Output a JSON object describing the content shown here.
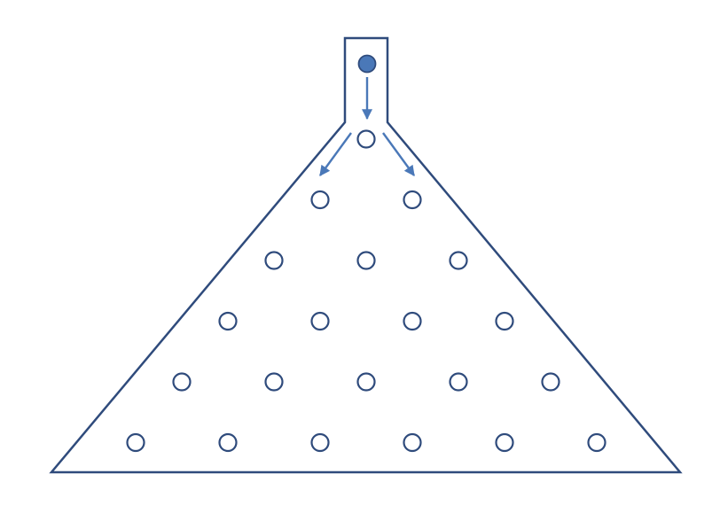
{
  "colors": {
    "outline": "#2f4b7c",
    "peg_stroke": "#2f4b7c",
    "ball_fill": "#4a78b8",
    "ball_stroke": "#2f4b7c",
    "arrow": "#4a78b8",
    "background": "#ffffff"
  },
  "board": {
    "peg_rows": [
      1,
      2,
      3,
      4,
      5,
      6
    ],
    "ball_count": 1
  },
  "flow_arrows": [
    "down",
    "down-left",
    "down-right"
  ]
}
